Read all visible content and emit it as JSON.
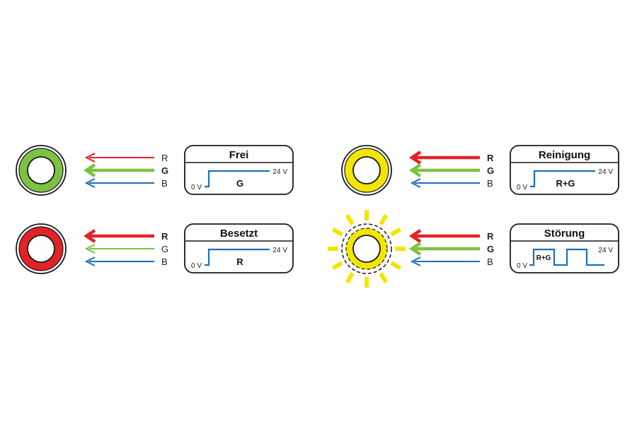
{
  "colors": {
    "red": "#e32228",
    "green": "#7dc242",
    "blue": "#1d6fb8",
    "yellow": "#f2e600",
    "outline": "#1a1a1a"
  },
  "channels": [
    "R",
    "G",
    "B"
  ],
  "states": [
    {
      "id": "frei",
      "title": "Frei",
      "light_color": "green",
      "active_channels": [
        "G"
      ],
      "signal_label": "G",
      "low_label": "0 V",
      "high_label": "24 V",
      "signal": "constant"
    },
    {
      "id": "reinigung",
      "title": "Reinigung",
      "light_color": "yellow",
      "active_channels": [
        "R",
        "G"
      ],
      "signal_label": "R+G",
      "low_label": "0 V",
      "high_label": "24 V",
      "signal": "constant"
    },
    {
      "id": "besetzt",
      "title": "Besetzt",
      "light_color": "red",
      "active_channels": [
        "R"
      ],
      "signal_label": "R",
      "low_label": "0 V",
      "high_label": "24 V",
      "signal": "constant"
    },
    {
      "id": "stoerung",
      "title": "Störung",
      "light_color": "yellow",
      "active_channels": [
        "R",
        "G"
      ],
      "signal_label": "R+G",
      "low_label": "0 V",
      "high_label": "24 V",
      "signal": "blinking"
    }
  ]
}
